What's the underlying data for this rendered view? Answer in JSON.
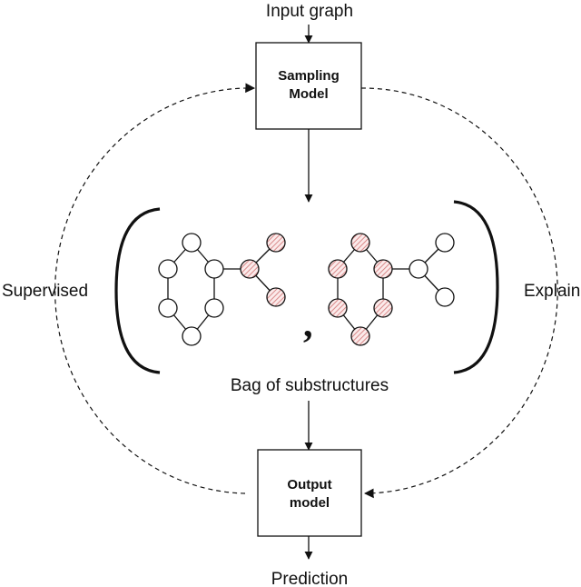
{
  "labels": {
    "input": "Input graph",
    "bag": "Bag of substructures",
    "prediction": "Prediction",
    "supervised": "Supervised",
    "explain": "Explain"
  },
  "sampling_box": {
    "line1": "Sampling",
    "line2": "Model"
  },
  "output_box": {
    "line1": "Output",
    "line2": "model"
  },
  "separator": ",",
  "colors": {
    "stroke": "#111111",
    "node_fill": "#ffffff",
    "highlight_hatch": "#d98a8a",
    "highlight_bg": "#fbeaea"
  }
}
